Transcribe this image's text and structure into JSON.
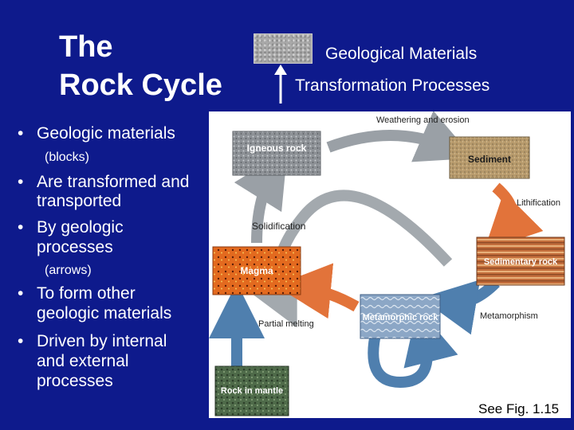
{
  "title": {
    "line1": "The",
    "line2": "Rock Cycle"
  },
  "legend": {
    "materials_label": "Geological Materials",
    "processes_label": "Transformation Processes"
  },
  "bullets": [
    {
      "lines": [
        "Geologic materials"
      ],
      "sub": "(blocks)"
    },
    {
      "lines": [
        "Are transformed and",
        "transported"
      ]
    },
    {
      "lines": [
        "By geologic",
        "processes"
      ],
      "sub": "(arrows)"
    },
    {
      "lines": [
        "To form other",
        "geologic materials"
      ]
    },
    {
      "lines": [
        "Driven by internal",
        "and external",
        "processes"
      ]
    }
  ],
  "diagram": {
    "materials": {
      "igneous": "Igneous rock",
      "sediment": "Sediment",
      "sedimentary": "Sedimentary rock",
      "metamorphic": "Metamorphic rock",
      "magma": "Magma",
      "mantle": "Rock in mantle"
    },
    "processes": {
      "weathering": "Weathering and erosion",
      "lithification": "Lithification",
      "solidification": "Solidification",
      "metamorphism": "Metamorphism",
      "partial_melting": "Partial melting"
    },
    "colors": {
      "arrow_gray": "#9aa0a6",
      "arrow_orange": "#e2733a",
      "arrow_blue": "#4f7fae"
    }
  },
  "figure_ref": "See Fig. 1.15"
}
